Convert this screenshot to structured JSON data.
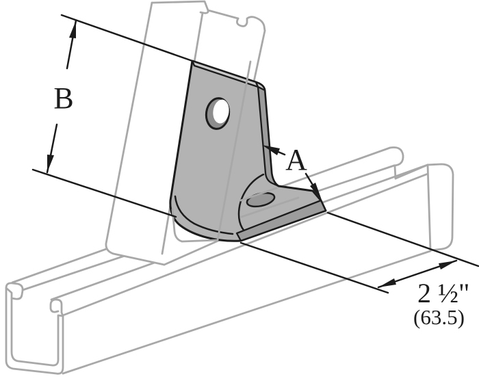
{
  "labels": {
    "dim_b": "B",
    "dim_a": "A",
    "dim_length_in": "2 ½\"",
    "dim_length_mm": "(63.5)"
  },
  "colors": {
    "line": "#1b1b1b",
    "channel_line": "#a8a8a8",
    "bracket_face": "#b3b3b3",
    "bracket_edge_dark": "#9c9c9c",
    "bracket_edge_light": "#cacaca",
    "hole_shadow": "#8d8d8d",
    "hole_lower": "#979797",
    "background": "#ffffff"
  }
}
